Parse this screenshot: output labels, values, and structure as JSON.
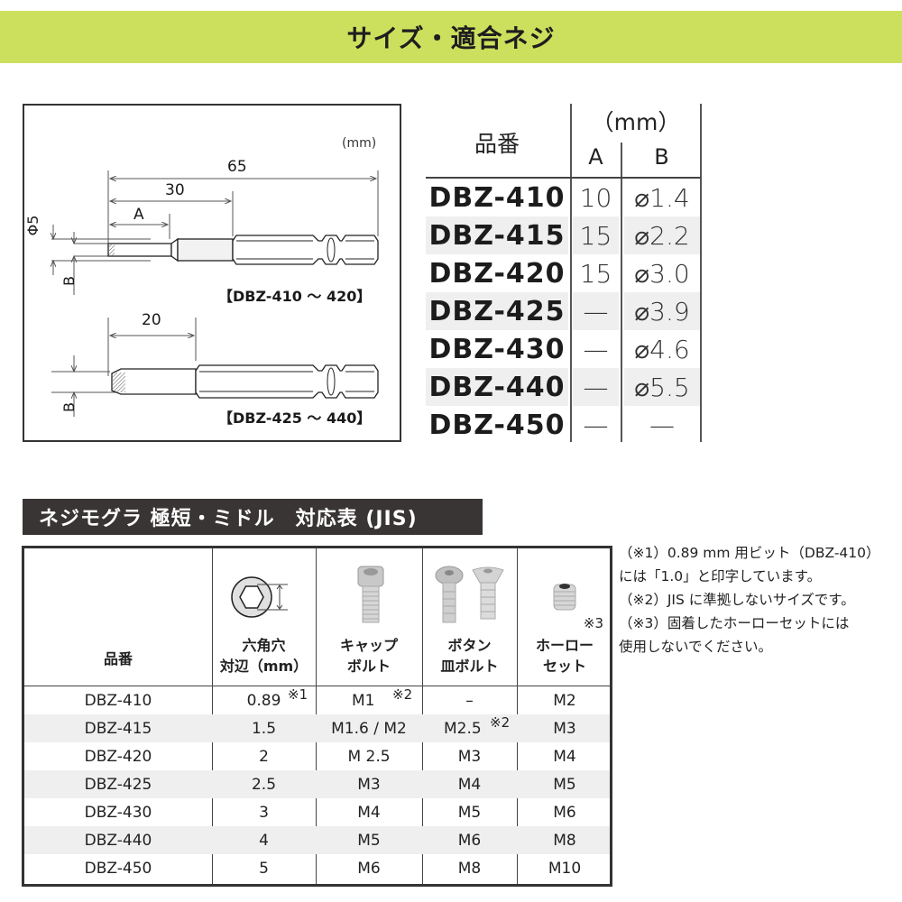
{
  "banner": {
    "title": "サイズ・適合ネジ",
    "color": "#cde05e"
  },
  "diagram": {
    "unit": "(mm)",
    "top": {
      "dim_total": "65",
      "dim_mid": "30",
      "dim_a": "A",
      "dim_dia": "Φ5",
      "dim_b": "B",
      "label": "【DBZ-410 ～ 420】"
    },
    "bottom": {
      "dim_len": "20",
      "dim_b": "B",
      "label": "【DBZ-425 ～ 440】"
    }
  },
  "size_table": {
    "header": {
      "hinban": "品番",
      "unit": "（mm）",
      "col_a": "A",
      "col_b": "B"
    },
    "rows": [
      {
        "model": "DBZ-410",
        "a": "10",
        "b": "⌀1.4"
      },
      {
        "model": "DBZ-415",
        "a": "15",
        "b": "⌀2.2"
      },
      {
        "model": "DBZ-420",
        "a": "15",
        "b": "⌀3.0"
      },
      {
        "model": "DBZ-425",
        "a": "—",
        "b": "⌀3.9"
      },
      {
        "model": "DBZ-430",
        "a": "—",
        "b": "⌀4.6"
      },
      {
        "model": "DBZ-440",
        "a": "—",
        "b": "⌀5.5"
      },
      {
        "model": "DBZ-450",
        "a": "—",
        "b": "—"
      }
    ]
  },
  "section2": {
    "title": "ネジモグラ 極短・ミドル　対応表 (JIS)",
    "headers": {
      "hinban": "品番",
      "hex_line1": "六角穴",
      "hex_line2": "対辺（mm）",
      "cap_line1": "キャップ",
      "cap_line2": "ボルト",
      "button_line1": "ボタン",
      "button_line2": "皿ボルト",
      "set_line1": "ホーロー",
      "set_line2": "セット",
      "set_note": "※3"
    },
    "rows": [
      {
        "model": "DBZ-410",
        "hex": "0.89",
        "hex_note": "※1",
        "cap": "M1",
        "cap_note": "※2",
        "button": "–",
        "set": "M2"
      },
      {
        "model": "DBZ-415",
        "hex": "1.5",
        "cap": "M1.6 / M2",
        "button": "M2.5",
        "button_note": "※2",
        "set": "M3"
      },
      {
        "model": "DBZ-420",
        "hex": "2",
        "cap": "M 2.5",
        "button": "M3",
        "set": "M4"
      },
      {
        "model": "DBZ-425",
        "hex": "2.5",
        "cap": "M3",
        "button": "M4",
        "set": "M5"
      },
      {
        "model": "DBZ-430",
        "hex": "3",
        "cap": "M4",
        "button": "M5",
        "set": "M6"
      },
      {
        "model": "DBZ-440",
        "hex": "4",
        "cap": "M5",
        "button": "M6",
        "set": "M8"
      },
      {
        "model": "DBZ-450",
        "hex": "5",
        "cap": "M6",
        "button": "M8",
        "set": "M10"
      }
    ]
  },
  "notes": {
    "line1": "（※1）0.89 mm 用ビット（DBZ-410）",
    "line2": "には「1.0」と印字しています。",
    "line3": "（※2）JIS に準拠しないサイズです。",
    "line4": "（※3）固着したホーローセットには",
    "line5": "使用しないでください。"
  }
}
